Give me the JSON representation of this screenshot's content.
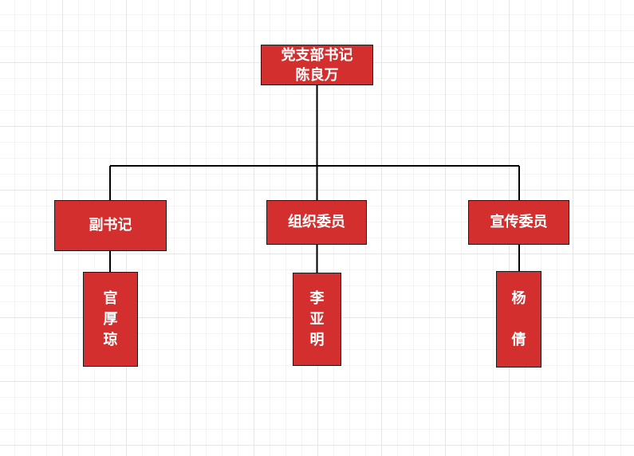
{
  "diagram": {
    "fill_color": "#d32f2f",
    "line_color": "#000000",
    "root": {
      "title": "党支部书记",
      "name": "陈良万"
    },
    "roles": [
      {
        "role": "副书记",
        "person": "官\n厚\n琼"
      },
      {
        "role": "组织委员",
        "person": "李\n亚\n明"
      },
      {
        "role": "宣传委员",
        "person": "杨\n\n倩"
      }
    ]
  }
}
